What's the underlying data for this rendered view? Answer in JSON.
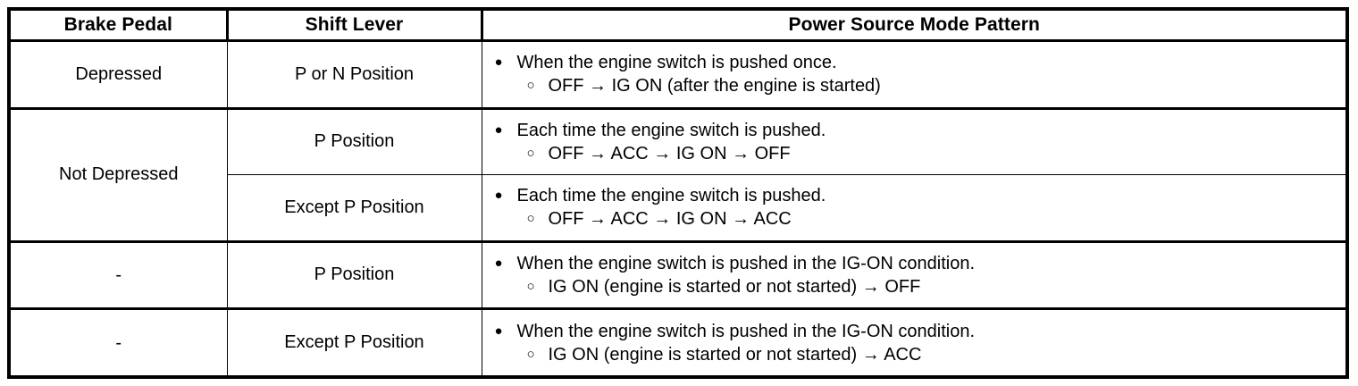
{
  "table": {
    "columns": [
      {
        "key": "brake",
        "label": "Brake Pedal"
      },
      {
        "key": "shift",
        "label": "Shift Lever"
      },
      {
        "key": "pattern",
        "label": "Power Source Mode Pattern"
      }
    ],
    "markers": {
      "primary": "●",
      "secondary": "○",
      "arrow": "→"
    },
    "rows": [
      {
        "brake": "Depressed",
        "shift": "P or N Position",
        "pattern_main": "When the engine switch is pushed once.",
        "pattern_sub": "OFF → IG ON (after the engine is started)"
      },
      {
        "brake": "Not Depressed",
        "shift": "P Position",
        "pattern_main": "Each time the engine switch is pushed.",
        "pattern_sub": "OFF → ACC → IG ON → OFF"
      },
      {
        "brake": "",
        "shift": "Except P Position",
        "pattern_main": "Each time the engine switch is pushed.",
        "pattern_sub": "OFF → ACC → IG ON → ACC"
      },
      {
        "brake": "-",
        "shift": "P Position",
        "pattern_main": "When the engine switch is pushed in the IG-ON condition.",
        "pattern_sub": "IG ON (engine is started or not started) → OFF"
      },
      {
        "brake": "-",
        "shift": "Except P Position",
        "pattern_main": "When the engine switch is pushed in the IG-ON condition.",
        "pattern_sub": "IG ON (engine is started or not started) → ACC"
      }
    ]
  },
  "colors": {
    "text": "#000000",
    "background": "#ffffff",
    "border": "#000000"
  }
}
